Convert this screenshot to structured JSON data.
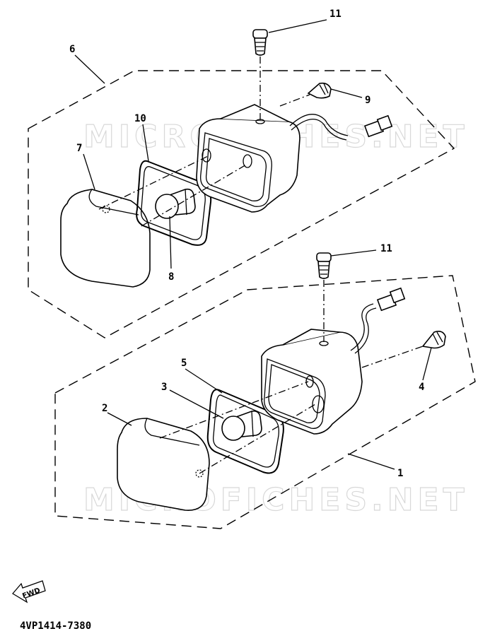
{
  "watermark": "MICROFICHES.NET",
  "part_code": "4VP1414-7380",
  "fwd_label": "FWD",
  "callouts": {
    "c1": "1",
    "c2": "2",
    "c3": "3",
    "c4": "4",
    "c5": "5",
    "c6": "6",
    "c7": "7",
    "c8": "8",
    "c9": "9",
    "c10": "10",
    "c11a": "11",
    "c11b": "11"
  }
}
